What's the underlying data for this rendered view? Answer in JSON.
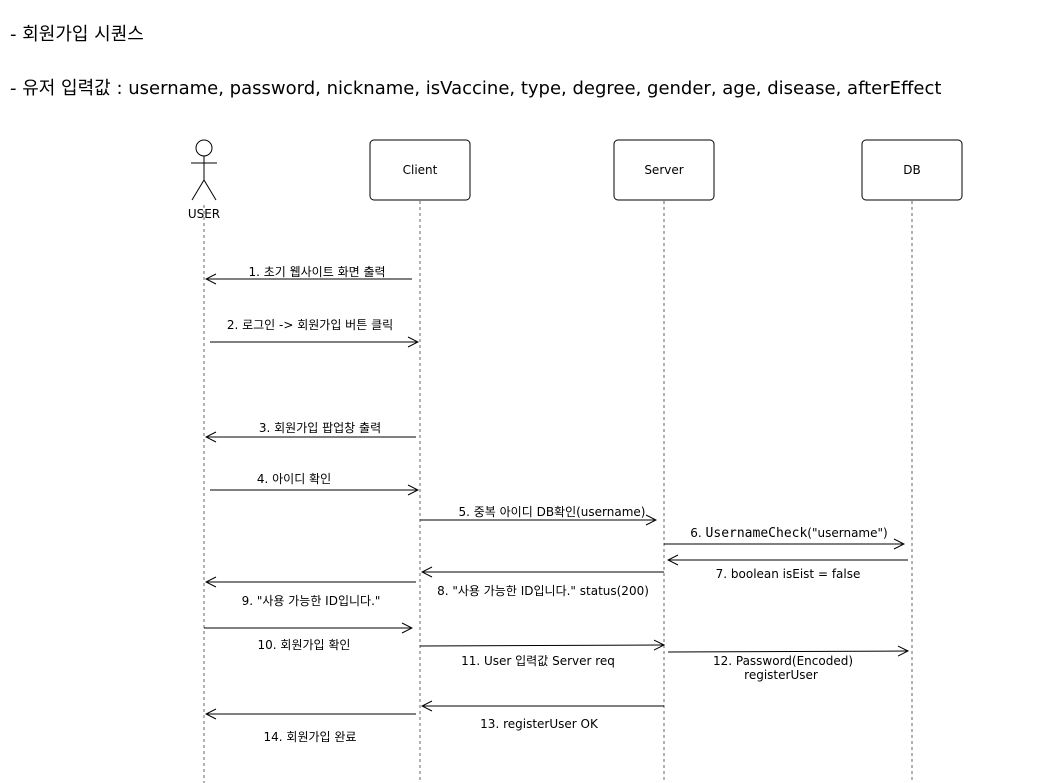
{
  "headings": {
    "title": "- 회원가입 시퀀스",
    "inputs": "- 유저 입력값 : username, password, nickname, isVaccine, type, degree, gender, age, disease, afterEffect"
  },
  "participants": {
    "user": "USER",
    "client": "Client",
    "server": "Server",
    "db": "DB"
  },
  "messages": [
    {
      "label": "1. 초기 웹사이트 화면 출력",
      "from": "client",
      "to": "user"
    },
    {
      "label": "2. 로그인 -> 회원가입 버튼 클릭",
      "from": "user",
      "to": "client"
    },
    {
      "label": "3. 회원가입 팝업창 출력",
      "from": "client",
      "to": "user"
    },
    {
      "label": "4. 아이디 확인",
      "from": "user",
      "to": "client"
    },
    {
      "label": "5. 중복 아이디 DB확인(username)",
      "from": "client",
      "to": "server"
    },
    {
      "label_prefix": "6. ",
      "label_code": "UsernameCheck",
      "label_suffix": "(\"username\")",
      "from": "server",
      "to": "db"
    },
    {
      "label": "7. boolean isEist = false",
      "from": "db",
      "to": "server"
    },
    {
      "label": "8. \"사용 가능한 ID입니다.\" status(200)",
      "from": "server",
      "to": "client"
    },
    {
      "label": "9. \"사용 가능한 ID입니다.\"",
      "from": "client",
      "to": "user"
    },
    {
      "label": "10. 회원가입 확인",
      "from": "user",
      "to": "client"
    },
    {
      "label": "11. User 입력값 Server req",
      "from": "client",
      "to": "server"
    },
    {
      "label_line1": "12. Password(Encoded)",
      "label_line2": "registerUser",
      "from": "server",
      "to": "db"
    },
    {
      "label": "13. registerUser OK",
      "from": "server",
      "to": "client"
    },
    {
      "label": "14. 회원가입 완료",
      "from": "client",
      "to": "user"
    }
  ]
}
